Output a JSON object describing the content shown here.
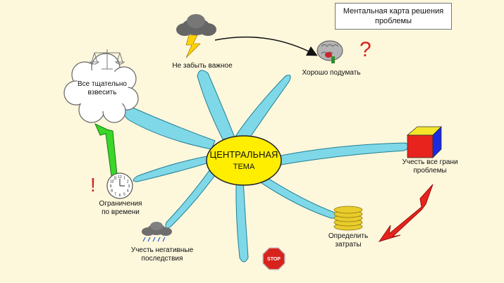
{
  "title": "Ментальная карта решения проблемы",
  "center": {
    "line1": "ЦЕНТРАЛЬНАЯ",
    "line2": "ТЕМА"
  },
  "nodes": {
    "weigh": {
      "line1": "Все тщательно",
      "line2": "взвесить"
    },
    "important": "Не забыть важное",
    "think": "Хорошо подумать",
    "facets": {
      "line1": "Учесть все грани",
      "line2": "проблемы"
    },
    "costs": {
      "line1": "Определить",
      "line2": "затраты"
    },
    "time": {
      "line1": "Ограничения",
      "line2": "по времени"
    },
    "negative": {
      "line1": "Учесть негативные",
      "line2": "последствия"
    }
  },
  "stop_sign": "STOP",
  "marks": {
    "exclamation": "!",
    "question": "?"
  },
  "clock_numbers": [
    "12",
    "1",
    "2",
    "3",
    "4",
    "5",
    "6",
    "7",
    "8",
    "9",
    "10",
    "11"
  ],
  "colors": {
    "background": "#fdf7dc",
    "center_fill": "#ffee00",
    "petal": "#7fd8e8",
    "petal_stroke": "#1f7f94",
    "green_arrow": "#3ad62a",
    "red_arrow": "#e8221c",
    "question_mark": "#d8231c",
    "stop": "#d8231c",
    "coins": "#e9cc2a"
  },
  "icons": [
    "thundercloud-icon",
    "brain-icon",
    "scales-icon",
    "cube-icon",
    "coins-icon",
    "clock-icon",
    "rain-cloud-icon",
    "stop-sign-icon"
  ]
}
